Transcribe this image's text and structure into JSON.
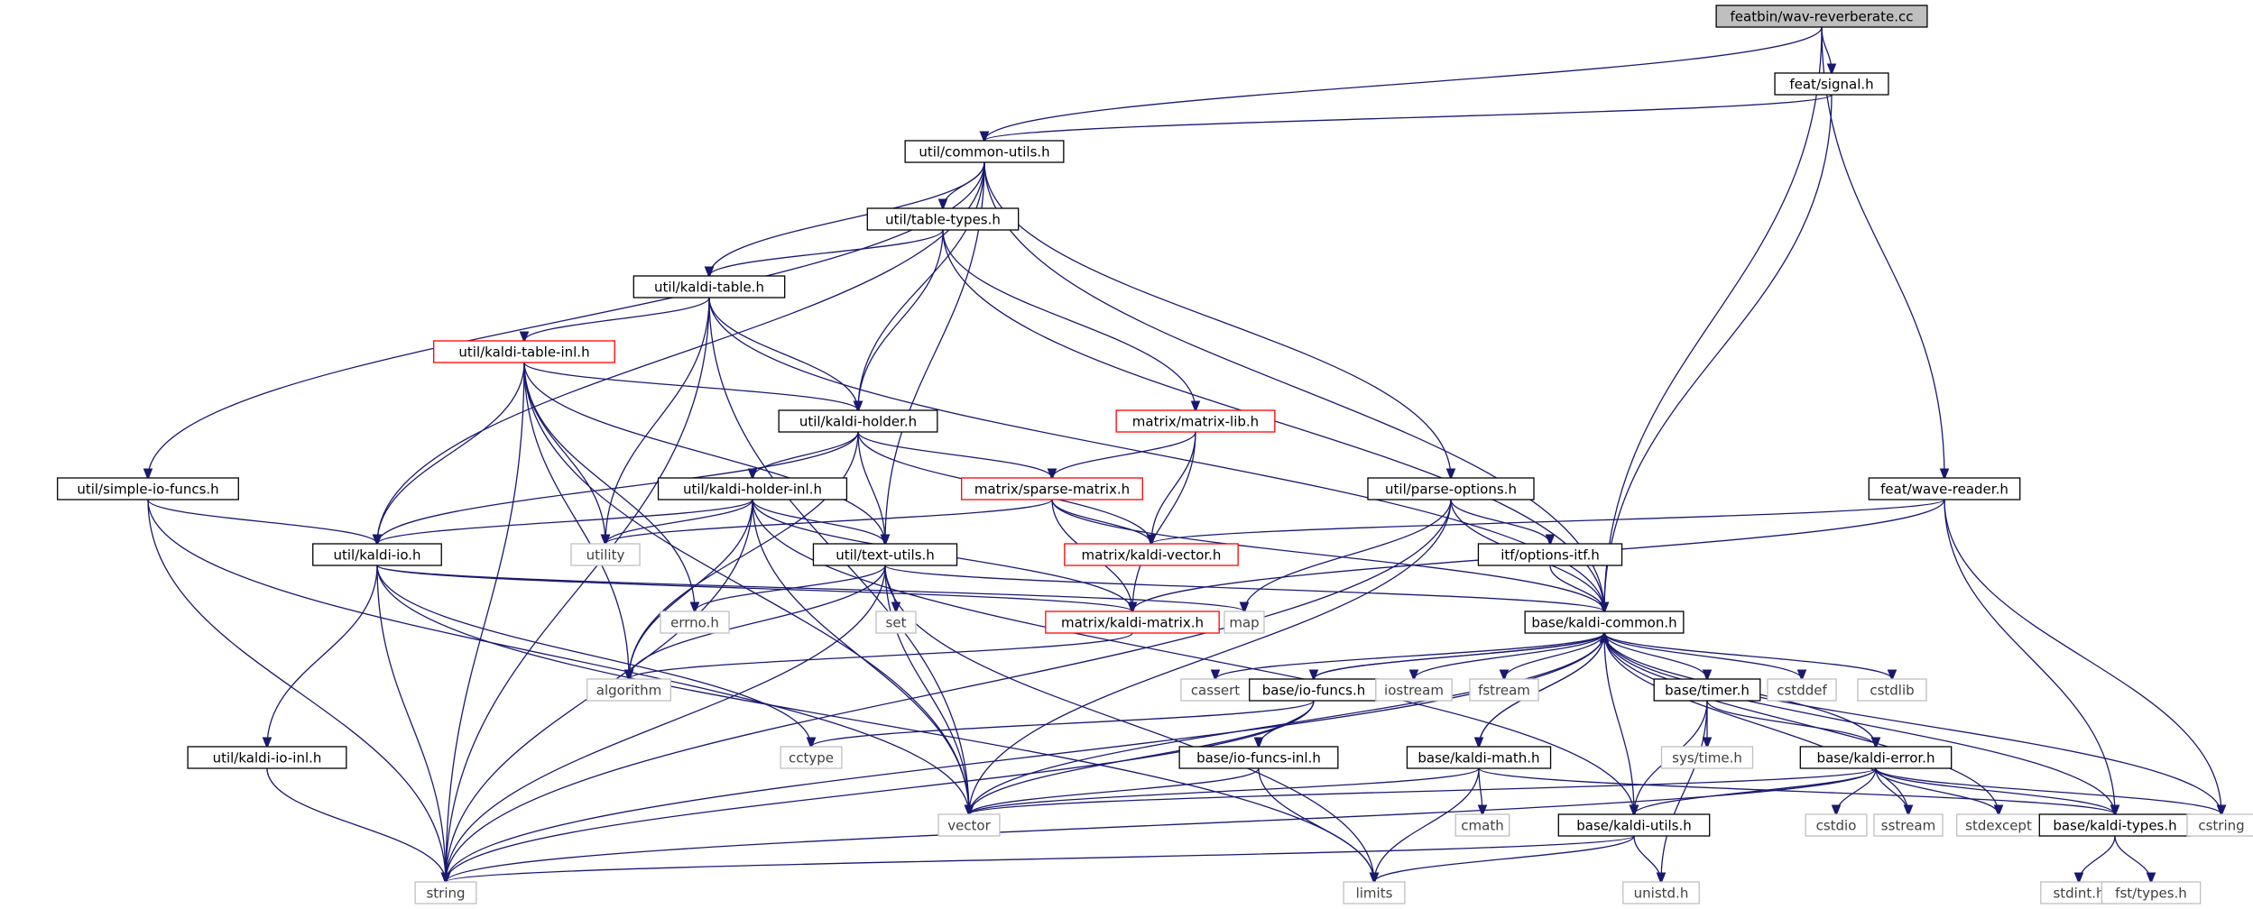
{
  "graph": {
    "nodes": [
      {
        "id": "wav",
        "label": "featbin/wav-reverberate.cc",
        "kind": "root"
      },
      {
        "id": "signal",
        "label": "feat/signal.h",
        "kind": "local"
      },
      {
        "id": "common_utils",
        "label": "util/common-utils.h",
        "kind": "local"
      },
      {
        "id": "table_types",
        "label": "util/table-types.h",
        "kind": "local"
      },
      {
        "id": "kaldi_table",
        "label": "util/kaldi-table.h",
        "kind": "local"
      },
      {
        "id": "kaldi_table_inl",
        "label": "util/kaldi-table-inl.h",
        "kind": "trunc"
      },
      {
        "id": "kaldi_holder",
        "label": "util/kaldi-holder.h",
        "kind": "local"
      },
      {
        "id": "matrix_lib",
        "label": "matrix/matrix-lib.h",
        "kind": "trunc"
      },
      {
        "id": "simple_io",
        "label": "util/simple-io-funcs.h",
        "kind": "local"
      },
      {
        "id": "kaldi_holder_inl",
        "label": "util/kaldi-holder-inl.h",
        "kind": "local"
      },
      {
        "id": "sparse_matrix",
        "label": "matrix/sparse-matrix.h",
        "kind": "trunc"
      },
      {
        "id": "parse_options",
        "label": "util/parse-options.h",
        "kind": "local"
      },
      {
        "id": "wave_reader",
        "label": "feat/wave-reader.h",
        "kind": "local"
      },
      {
        "id": "kaldi_io",
        "label": "util/kaldi-io.h",
        "kind": "local"
      },
      {
        "id": "utility",
        "label": "utility",
        "kind": "sys"
      },
      {
        "id": "text_utils",
        "label": "util/text-utils.h",
        "kind": "local"
      },
      {
        "id": "kaldi_vector",
        "label": "matrix/kaldi-vector.h",
        "kind": "trunc"
      },
      {
        "id": "options_itf",
        "label": "itf/options-itf.h",
        "kind": "local"
      },
      {
        "id": "errno",
        "label": "errno.h",
        "kind": "sys"
      },
      {
        "id": "set",
        "label": "set",
        "kind": "sys"
      },
      {
        "id": "kaldi_matrix",
        "label": "matrix/kaldi-matrix.h",
        "kind": "trunc"
      },
      {
        "id": "map",
        "label": "map",
        "kind": "sys"
      },
      {
        "id": "kaldi_common",
        "label": "base/kaldi-common.h",
        "kind": "local"
      },
      {
        "id": "algorithm",
        "label": "algorithm",
        "kind": "sys"
      },
      {
        "id": "cassert",
        "label": "cassert",
        "kind": "sys"
      },
      {
        "id": "io_funcs",
        "label": "base/io-funcs.h",
        "kind": "local"
      },
      {
        "id": "iostream",
        "label": "iostream",
        "kind": "sys"
      },
      {
        "id": "fstream",
        "label": "fstream",
        "kind": "sys"
      },
      {
        "id": "timer",
        "label": "base/timer.h",
        "kind": "local"
      },
      {
        "id": "cstddef",
        "label": "cstddef",
        "kind": "sys"
      },
      {
        "id": "cstdlib",
        "label": "cstdlib",
        "kind": "sys"
      },
      {
        "id": "kaldi_io_inl",
        "label": "util/kaldi-io-inl.h",
        "kind": "local"
      },
      {
        "id": "cctype",
        "label": "cctype",
        "kind": "sys"
      },
      {
        "id": "io_funcs_inl",
        "label": "base/io-funcs-inl.h",
        "kind": "local"
      },
      {
        "id": "kaldi_math",
        "label": "base/kaldi-math.h",
        "kind": "local"
      },
      {
        "id": "systime",
        "label": "sys/time.h",
        "kind": "sys"
      },
      {
        "id": "kaldi_error",
        "label": "base/kaldi-error.h",
        "kind": "local"
      },
      {
        "id": "vector",
        "label": "vector",
        "kind": "sys"
      },
      {
        "id": "cmath",
        "label": "cmath",
        "kind": "sys"
      },
      {
        "id": "kaldi_utils",
        "label": "base/kaldi-utils.h",
        "kind": "local"
      },
      {
        "id": "cstdio",
        "label": "cstdio",
        "kind": "sys"
      },
      {
        "id": "sstream",
        "label": "sstream",
        "kind": "sys"
      },
      {
        "id": "stdexcept",
        "label": "stdexcept",
        "kind": "sys"
      },
      {
        "id": "kaldi_types",
        "label": "base/kaldi-types.h",
        "kind": "local"
      },
      {
        "id": "cstring",
        "label": "cstring",
        "kind": "sys"
      },
      {
        "id": "string",
        "label": "string",
        "kind": "sys"
      },
      {
        "id": "limits",
        "label": "limits",
        "kind": "sys"
      },
      {
        "id": "unistd",
        "label": "unistd.h",
        "kind": "sys"
      },
      {
        "id": "stdint",
        "label": "stdint.h",
        "kind": "sys"
      },
      {
        "id": "fst_types",
        "label": "fst/types.h",
        "kind": "sys"
      }
    ],
    "edges": [
      [
        "wav",
        "signal"
      ],
      [
        "wav",
        "common_utils"
      ],
      [
        "wav",
        "kaldi_common"
      ],
      [
        "wav",
        "wave_reader"
      ],
      [
        "signal",
        "common_utils"
      ],
      [
        "signal",
        "kaldi_common"
      ],
      [
        "common_utils",
        "table_types"
      ],
      [
        "common_utils",
        "kaldi_table"
      ],
      [
        "common_utils",
        "kaldi_holder"
      ],
      [
        "common_utils",
        "simple_io"
      ],
      [
        "common_utils",
        "kaldi_io"
      ],
      [
        "common_utils",
        "text_utils"
      ],
      [
        "common_utils",
        "parse_options"
      ],
      [
        "common_utils",
        "kaldi_common"
      ],
      [
        "table_types",
        "kaldi_table"
      ],
      [
        "table_types",
        "kaldi_holder"
      ],
      [
        "table_types",
        "matrix_lib"
      ],
      [
        "table_types",
        "kaldi_common"
      ],
      [
        "kaldi_table",
        "kaldi_table_inl"
      ],
      [
        "kaldi_table",
        "kaldi_holder"
      ],
      [
        "kaldi_table",
        "utility"
      ],
      [
        "kaldi_table",
        "string"
      ],
      [
        "kaldi_table",
        "vector"
      ],
      [
        "kaldi_table",
        "kaldi_common"
      ],
      [
        "kaldi_table_inl",
        "kaldi_holder"
      ],
      [
        "kaldi_table_inl",
        "kaldi_io"
      ],
      [
        "kaldi_table_inl",
        "text_utils"
      ],
      [
        "kaldi_table_inl",
        "utility"
      ],
      [
        "kaldi_table_inl",
        "errno"
      ],
      [
        "kaldi_table_inl",
        "algorithm"
      ],
      [
        "kaldi_table_inl",
        "string"
      ],
      [
        "kaldi_table_inl",
        "vector"
      ],
      [
        "kaldi_holder",
        "kaldi_holder_inl"
      ],
      [
        "kaldi_holder",
        "kaldi_io"
      ],
      [
        "kaldi_holder",
        "text_utils"
      ],
      [
        "kaldi_holder",
        "sparse_matrix"
      ],
      [
        "kaldi_holder",
        "kaldi_vector"
      ],
      [
        "kaldi_holder",
        "algorithm"
      ],
      [
        "matrix_lib",
        "sparse_matrix"
      ],
      [
        "matrix_lib",
        "kaldi_vector"
      ],
      [
        "matrix_lib",
        "kaldi_matrix"
      ],
      [
        "simple_io",
        "kaldi_io"
      ],
      [
        "simple_io",
        "string"
      ],
      [
        "simple_io",
        "vector"
      ],
      [
        "kaldi_holder_inl",
        "kaldi_io"
      ],
      [
        "kaldi_holder_inl",
        "text_utils"
      ],
      [
        "kaldi_holder_inl",
        "utility"
      ],
      [
        "kaldi_holder_inl",
        "kaldi_matrix"
      ],
      [
        "kaldi_holder_inl",
        "algorithm"
      ],
      [
        "kaldi_holder_inl",
        "string"
      ],
      [
        "kaldi_holder_inl",
        "vector"
      ],
      [
        "kaldi_holder_inl",
        "kaldi_utils"
      ],
      [
        "sparse_matrix",
        "kaldi_vector"
      ],
      [
        "sparse_matrix",
        "kaldi_matrix"
      ],
      [
        "sparse_matrix",
        "utility"
      ],
      [
        "sparse_matrix",
        "kaldi_common"
      ],
      [
        "parse_options",
        "options_itf"
      ],
      [
        "parse_options",
        "kaldi_common"
      ],
      [
        "parse_options",
        "map"
      ],
      [
        "parse_options",
        "string"
      ],
      [
        "parse_options",
        "vector"
      ],
      [
        "wave_reader",
        "kaldi_vector"
      ],
      [
        "wave_reader",
        "kaldi_matrix"
      ],
      [
        "wave_reader",
        "kaldi_types"
      ],
      [
        "wave_reader",
        "cstring"
      ],
      [
        "kaldi_io",
        "kaldi_io_inl"
      ],
      [
        "kaldi_io",
        "kaldi_matrix"
      ],
      [
        "kaldi_io",
        "string"
      ],
      [
        "kaldi_io",
        "cctype"
      ],
      [
        "kaldi_io",
        "limits"
      ],
      [
        "kaldi_io",
        "map"
      ],
      [
        "text_utils",
        "errno"
      ],
      [
        "text_utils",
        "set"
      ],
      [
        "text_utils",
        "algorithm"
      ],
      [
        "text_utils",
        "kaldi_common"
      ],
      [
        "text_utils",
        "string"
      ],
      [
        "text_utils",
        "vector"
      ],
      [
        "text_utils",
        "limits"
      ],
      [
        "options_itf",
        "kaldi_common"
      ],
      [
        "kaldi_matrix",
        "algorithm"
      ],
      [
        "kaldi_common",
        "cassert"
      ],
      [
        "kaldi_common",
        "io_funcs"
      ],
      [
        "kaldi_common",
        "iostream"
      ],
      [
        "kaldi_common",
        "fstream"
      ],
      [
        "kaldi_common",
        "timer"
      ],
      [
        "kaldi_common",
        "cstddef"
      ],
      [
        "kaldi_common",
        "cstdlib"
      ],
      [
        "kaldi_common",
        "kaldi_math"
      ],
      [
        "kaldi_common",
        "kaldi_error"
      ],
      [
        "kaldi_common",
        "kaldi_utils"
      ],
      [
        "kaldi_common",
        "sstream"
      ],
      [
        "kaldi_common",
        "stdexcept"
      ],
      [
        "kaldi_common",
        "kaldi_types"
      ],
      [
        "kaldi_common",
        "cstring"
      ],
      [
        "kaldi_common",
        "string"
      ],
      [
        "kaldi_common",
        "vector"
      ],
      [
        "io_funcs",
        "kaldi_common"
      ],
      [
        "io_funcs",
        "io_funcs_inl"
      ],
      [
        "io_funcs",
        "cctype"
      ],
      [
        "io_funcs",
        "string"
      ],
      [
        "io_funcs",
        "vector"
      ],
      [
        "timer",
        "systime"
      ],
      [
        "timer",
        "kaldi_error"
      ],
      [
        "timer",
        "kaldi_utils"
      ],
      [
        "timer",
        "unistd"
      ],
      [
        "kaldi_io_inl",
        "string"
      ],
      [
        "io_funcs_inl",
        "vector"
      ],
      [
        "io_funcs_inl",
        "limits"
      ],
      [
        "kaldi_math",
        "kaldi_common"
      ],
      [
        "kaldi_math",
        "cmath"
      ],
      [
        "kaldi_math",
        "limits"
      ],
      [
        "kaldi_math",
        "vector"
      ],
      [
        "kaldi_math",
        "kaldi_types"
      ],
      [
        "kaldi_error",
        "kaldi_utils"
      ],
      [
        "kaldi_error",
        "cstdio"
      ],
      [
        "kaldi_error",
        "sstream"
      ],
      [
        "kaldi_error",
        "stdexcept"
      ],
      [
        "kaldi_error",
        "kaldi_types"
      ],
      [
        "kaldi_error",
        "cstring"
      ],
      [
        "kaldi_error",
        "string"
      ],
      [
        "kaldi_error",
        "vector"
      ],
      [
        "kaldi_utils",
        "string"
      ],
      [
        "kaldi_utils",
        "limits"
      ],
      [
        "kaldi_utils",
        "unistd"
      ],
      [
        "kaldi_types",
        "stdint"
      ],
      [
        "kaldi_types",
        "fst_types"
      ]
    ]
  }
}
